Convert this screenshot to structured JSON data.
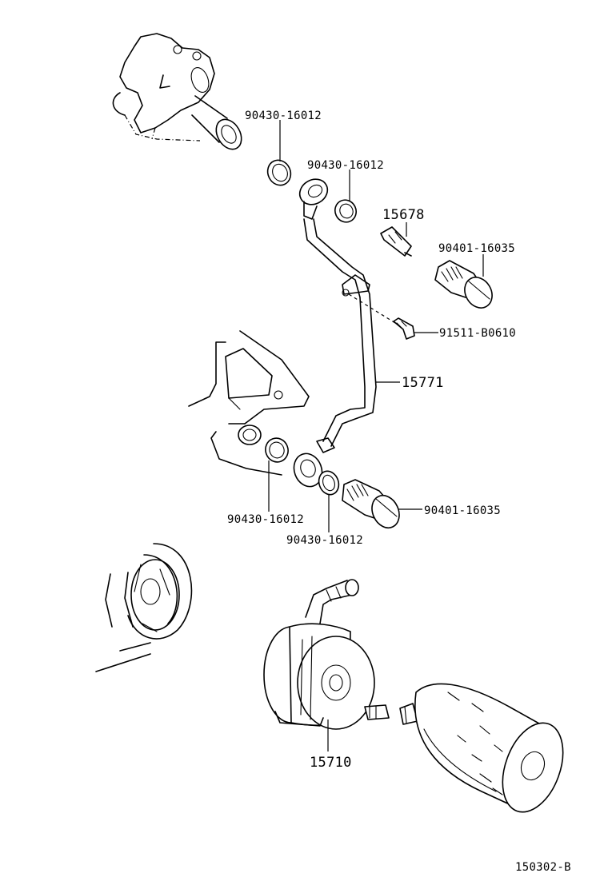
{
  "labels": {
    "gasket_top": "90430-16012",
    "gasket_mid": "90430-16012",
    "sender": "15678",
    "union_bolt_top": "90401-16035",
    "bolt_small": "91511-B0610",
    "oil_pipe": "15771",
    "gasket_low_left": "90430-16012",
    "union_bolt_low": "90401-16035",
    "gasket_low_right": "90430-16012",
    "oil_cooler": "15710",
    "diagram_code": "150302-B"
  }
}
